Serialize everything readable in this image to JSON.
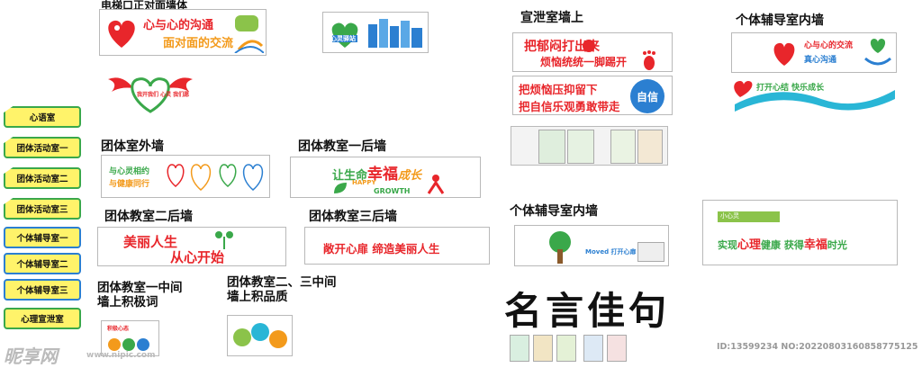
{
  "captions": {
    "elevator_wall": "电梯口正对面墙体",
    "venting_wall": "宣泄室墙上",
    "individual_room_wall_1": "个体辅导室内墙",
    "group_room_outer_wall": "团体室外墙",
    "group_class1_back": "团体教室一后墙",
    "group_class2_back": "团体教室二后墙",
    "group_class3_back": "团体教室三后墙",
    "individual_room_wall_2": "个体辅导室内墙",
    "group_class1_middle": "团体教室一中间\n墙上积极词",
    "group_class23_middle": "团体教室二、三中间\n墙上积品质",
    "quotes": "名言佳句"
  },
  "panels": {
    "heart_exchange": {
      "line1": "心与心的沟通",
      "line2": "面对面的交流"
    },
    "station_label": "心灵驿站",
    "wings_text": "我开我们 心灵 我们愿",
    "venting1": {
      "line1": "把郁闷打出来",
      "line2": "烦恼统统一脚踢开"
    },
    "venting2": {
      "line1": "把烦恼压抑留下",
      "line2": "把自信乐观勇敢带走",
      "badge": "自信"
    },
    "outer_wall_text": {
      "line1": "与心灵相约",
      "line2": "与健康同行"
    },
    "happiness": {
      "main_a": "让生命",
      "main_b": "幸福",
      "main_c": "成长",
      "sub1": "HAPPY",
      "sub2": "GROWTH"
    },
    "beautiful_life": {
      "line1": "美丽人生",
      "line2": "从心开始"
    },
    "open_heart": "敞开心扉  缔造美丽人生",
    "individual_heart": {
      "line1": "心与心的交流",
      "line2": "真心沟通"
    },
    "ribbon_text": "打开心结 快乐成长",
    "tree_text": "Moved 打开心扉",
    "slogan": {
      "a": "实现",
      "b": "心理",
      "c": "健康",
      "d": "获得",
      "e": "幸福",
      "f": "时光",
      "top": "小心灵"
    },
    "positive_panel": "积极心态"
  },
  "plaques": [
    "心语室",
    "团体活动室一",
    "团体活动室二",
    "团体活动室三",
    "个体辅导室一",
    "个体辅导室二",
    "个体辅导室三",
    "心理宣泄室"
  ],
  "watermark": {
    "logo": "昵享网",
    "url": "www.nipic.com",
    "id": "ID:13599234 NO:20220803160858775125"
  },
  "colors": {
    "red": "#e8262b",
    "green": "#3aa84a",
    "orange": "#f39a1b",
    "blue": "#2b7fd1",
    "yellow": "#fff36a"
  }
}
